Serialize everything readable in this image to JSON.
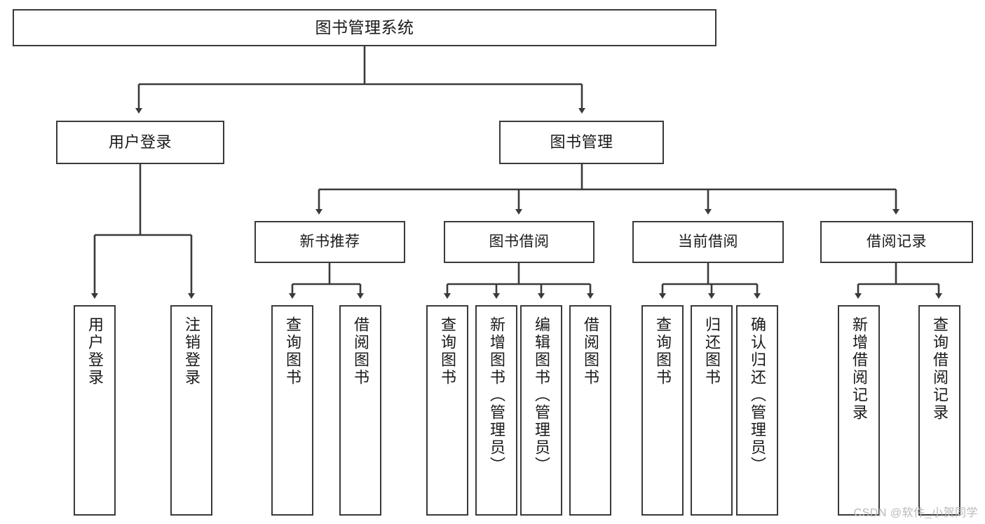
{
  "diagram": {
    "title": "图书管理系统",
    "watermark": "CSDN @软件_小贺同学",
    "colors": {
      "stroke": "#3a3a3a",
      "fill": "#ffffff",
      "text": "#1a1a1a",
      "watermark": "#b9b9b9"
    },
    "root": {
      "label": "图书管理系统"
    },
    "level1": [
      {
        "label": "用户登录"
      },
      {
        "label": "图书管理"
      }
    ],
    "level2": [
      {
        "label": "新书推荐"
      },
      {
        "label": "图书借阅"
      },
      {
        "label": "当前借阅"
      },
      {
        "label": "借阅记录"
      }
    ],
    "leaves": {
      "user_login": [
        {
          "label": "用户登录"
        },
        {
          "label": "注销登录"
        }
      ],
      "new_book": [
        {
          "label": "查询图书"
        },
        {
          "label": "借阅图书"
        }
      ],
      "book_borrow": [
        {
          "label": "查询图书"
        },
        {
          "label": "新增图书（管理员）"
        },
        {
          "label": "编辑图书（管理员）"
        },
        {
          "label": "借阅图书"
        }
      ],
      "current_borrow": [
        {
          "label": "查询图书"
        },
        {
          "label": "归还图书"
        },
        {
          "label": "确认归还（管理员）"
        }
      ],
      "borrow_record": [
        {
          "label": "新增借阅记录"
        },
        {
          "label": "查询借阅记录"
        }
      ]
    }
  }
}
